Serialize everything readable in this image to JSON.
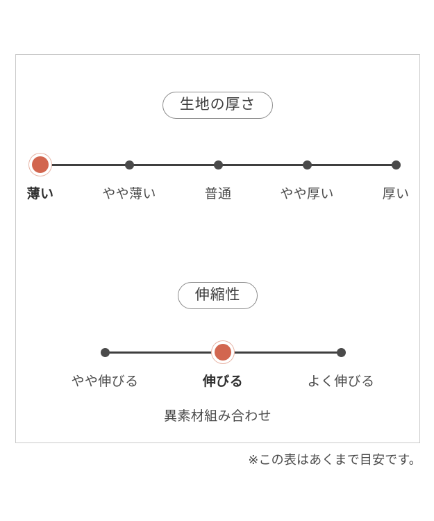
{
  "chart_data": {
    "type": "table",
    "title": "",
    "sections": [
      {
        "badge": "生地の厚さ",
        "categories": [
          "薄い",
          "やや薄い",
          "普通",
          "やや厚い",
          "厚い"
        ],
        "selected_index": 0,
        "selected_value": "薄い",
        "values": [
          1,
          0,
          0,
          0,
          0
        ],
        "xlabel": "",
        "ylabel": "",
        "note": ""
      },
      {
        "badge": "伸縮性",
        "categories": [
          "やや伸びる",
          "伸びる",
          "よく伸びる"
        ],
        "selected_index": 1,
        "selected_value": "伸びる",
        "values": [
          0,
          1,
          0
        ],
        "xlabel": "",
        "ylabel": "",
        "note": "異素材組み合わせ"
      }
    ],
    "footnote": "※この表はあくまで目安です。",
    "legend": [],
    "grid": false
  },
  "card": {
    "thickness": {
      "badge": "生地の厚さ",
      "items": [
        {
          "label": "薄い",
          "selected": true
        },
        {
          "label": "やや薄い",
          "selected": false
        },
        {
          "label": "普通",
          "selected": false
        },
        {
          "label": "やや厚い",
          "selected": false
        },
        {
          "label": "厚い",
          "selected": false
        }
      ]
    },
    "stretch": {
      "badge": "伸縮性",
      "items": [
        {
          "label": "やや伸びる",
          "selected": false
        },
        {
          "label": "伸びる",
          "selected": true
        },
        {
          "label": "よく伸びる",
          "selected": false
        }
      ],
      "note": "異素材組み合わせ"
    }
  },
  "footnote": "※この表はあくまで目安です。",
  "colors": {
    "selected": "#d2664f",
    "selected_ring": "#e7b3a4",
    "dot": "#4a4a4a",
    "track": "#3f3f3f",
    "border": "#c9c9c9",
    "text": "#4a4a4a"
  }
}
